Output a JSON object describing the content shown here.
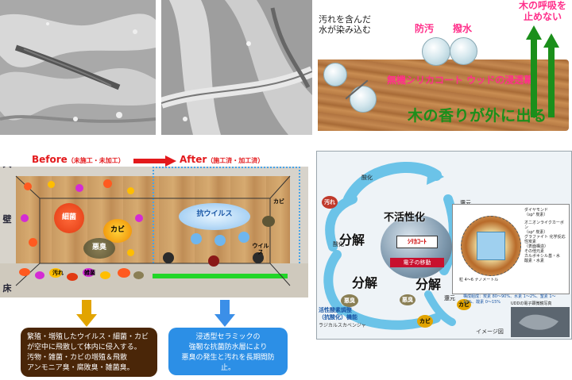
{
  "top_right": {
    "water_text": "汚れを含んだ\n水が染み込む",
    "antifouling": "防汚",
    "water_repellent": "撥水",
    "breath_text": "木の呼吸を\n止めない",
    "coating_label": "無機シリカコート ウッドの浸透幕",
    "scent_label": "木の香りが外に出る"
  },
  "before_after": {
    "title_before": "Before",
    "before_sub": "（未施工・未加工）",
    "title_after": "After",
    "after_sub": "（施工済・加工済）",
    "side_ceiling": "天",
    "side_wall": "壁",
    "side_floor": "床",
    "labels": {
      "bacteria": "細菌",
      "mold": "カビ",
      "odor": "悪臭",
      "antivirus": "抗ウイルス",
      "dirt": "汚れ",
      "virus": "ウイルス",
      "mold_small": "カビ",
      "germ_small": "雑菌"
    }
  },
  "callouts": {
    "left": "繁殖・増殖したウイルス・細菌・カビ\nが空中に飛散して体内に侵入する。\n汚物・雑菌・カビの増殖＆飛散\nアンモニア臭・腐敗臭・雑菌臭。",
    "right": "浸透型セラミックの\n強靭な抗菌防水層により\n悪臭の発生と汚れを長期間防止。"
  },
  "diagram": {
    "decompose": "分解",
    "inactivate": "不活性化",
    "core": "ｼﾘｶｺｰﾄ",
    "electron_move": "電子の移動",
    "oxidation": "酸化",
    "reduction": "還元",
    "odor": "悪臭",
    "mold": "カビ",
    "dirt": "汚れ",
    "active_oxygen_title": "活性酸素調整\n（抗酸化）機能",
    "active_oxygen_sub": "ラジカルスカベンジャ",
    "image_note": "イメージ図",
    "micro_caption": "UDDの電子顕微鏡写真",
    "inner_caption": "粒 4〜6 ナノメートル",
    "composition": "構成組成：炭素 80〜90%、水素 1〜2%、窒素 1〜10%、酸素 0〜15%",
    "legend": [
      "ダイヤモンド\n（sp³ 炭素）",
      "オニオンライクカーボン\n（sp² 炭素）",
      "グラファイト 化学反応性炭素\n（表面構造）",
      "その他元素\nカルボキシル基・水\n酸素・水素"
    ]
  },
  "colors": {
    "arrow_red": "#e3191c",
    "green": "#1b8f1b",
    "pink": "#ff2f8a",
    "left_callout_bg": "#4a2608",
    "right_callout_bg": "#2c8fe6",
    "yellow_arrow": "#e2a400",
    "blue_arrow": "#3b8fe8"
  }
}
